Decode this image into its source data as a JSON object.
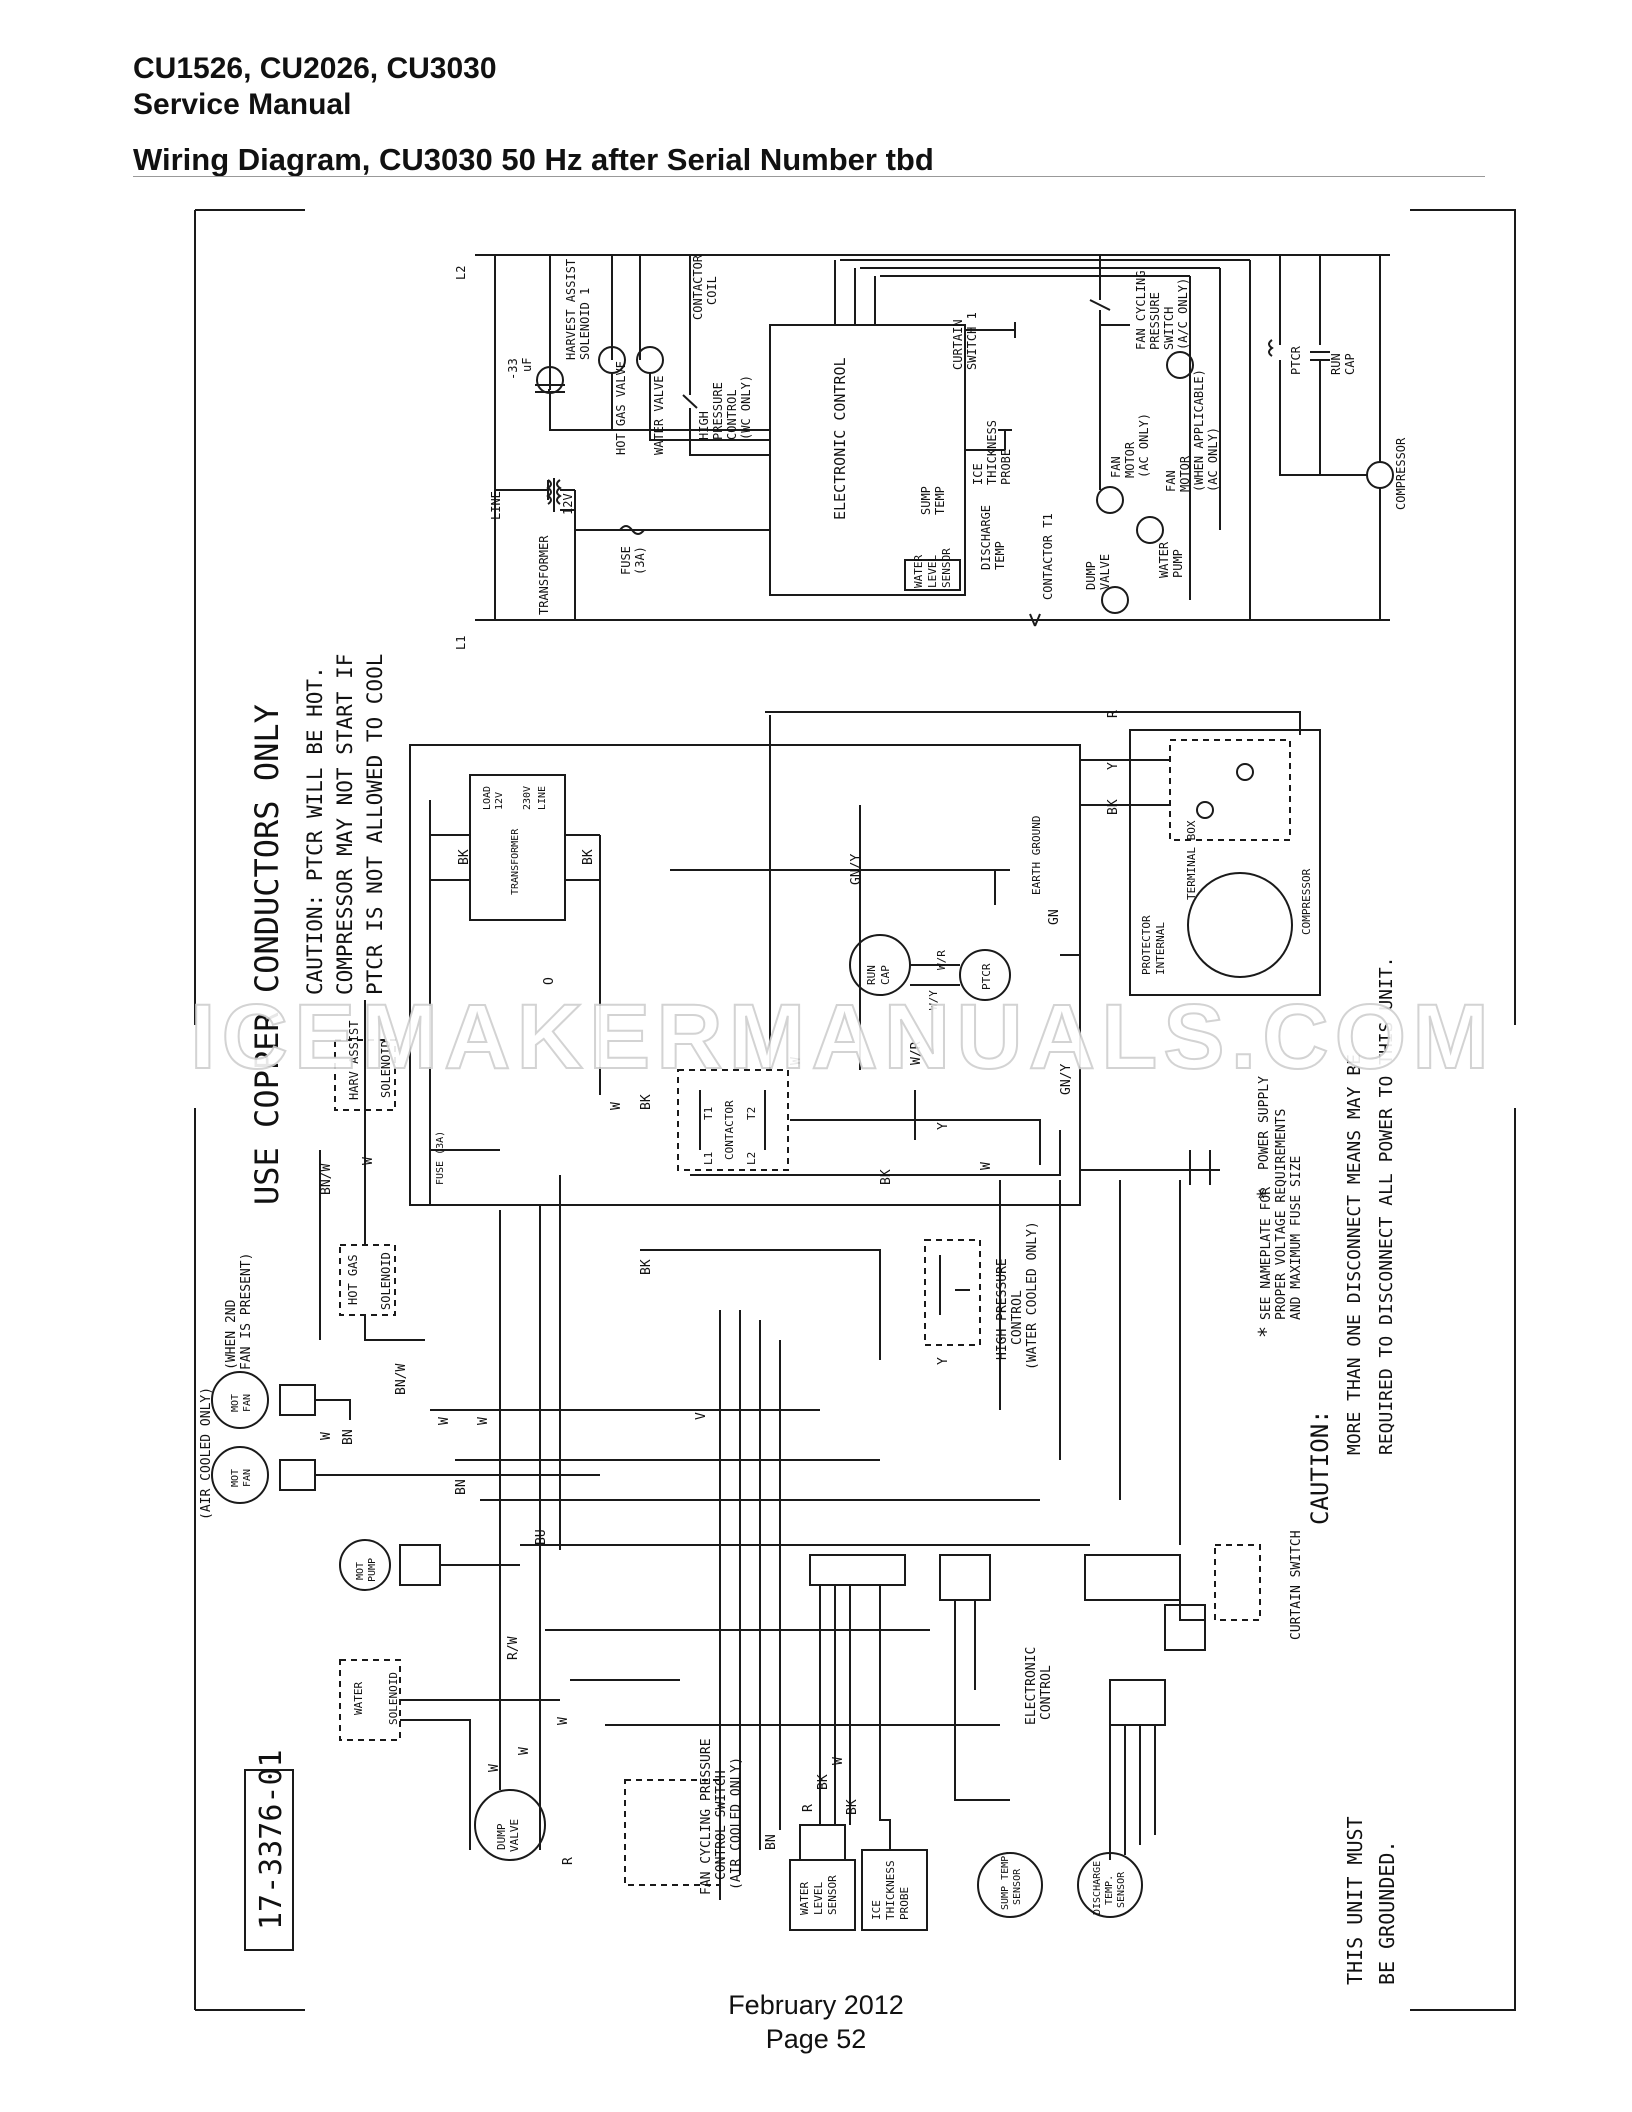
{
  "header": {
    "models": "CU1526, CU2026, CU3030",
    "manual": "Service Manual",
    "title": "Wiring Diagram, CU3030 50 Hz after Serial Number tbd"
  },
  "ladder": {
    "l2": "L2",
    "l1": "L1",
    "harvest_assist": "HARVEST ASSIST",
    "harvest_assist_2": "SOLENOID 1",
    "cap": "-33",
    "cap_unit": "uF",
    "hot_gas_valve": "HOT GAS VALVE",
    "water_valve": "WATER VALVE",
    "contactor_coil": "CONTACTOR",
    "contactor_coil_2": "COIL",
    "hp_control": "HIGH",
    "hp_control_2": "PRESSURE",
    "hp_control_3": "CONTROL",
    "hp_control_4": "(WC ONLY)",
    "line": "LINE",
    "v12": "12V",
    "transformer": "TRANSFORMER",
    "fuse": "FUSE",
    "fuse_2": "(3A)",
    "electronic_control": "ELECTRONIC CONTROL",
    "curtain_switch": "CURTAIN",
    "curtain_switch_2": "SWITCH 1",
    "ice_probe": "ICE",
    "ice_probe_2": "THICKNESS",
    "ice_probe_3": "PROBE",
    "sump_temp": "SUMP",
    "sump_temp_2": "TEMP",
    "discharge_temp": "DISCHARGE",
    "discharge_temp_2": "TEMP",
    "water_level": "WATER",
    "water_level_2": "LEVEL",
    "water_level_3": "SENSOR",
    "contactor_t1": "CONTACTOR T1",
    "dump_valve": "DUMP",
    "dump_valve_2": "VALVE",
    "water_pump": "WATER",
    "water_pump_2": "PUMP",
    "fan_motor_ac": "FAN",
    "fan_motor_ac_2": "MOTOR",
    "fan_motor_ac_3": "(AC ONLY)",
    "fan_motor_when": "FAN",
    "fan_motor_when_2": "MOTOR",
    "fan_motor_when_3": "(WHEN APPLICABLE)",
    "fan_motor_when_4": "(AC ONLY)",
    "fan_cycling": "FAN CYCLING",
    "fan_cycling_2": "PRESSURE",
    "fan_cycling_3": "SWITCH",
    "fan_cycling_4": "(A/C ONLY)",
    "ptcr": "PTCR",
    "run_cap": "RUN",
    "run_cap_2": "CAP",
    "compressor": "COMPRESSOR"
  },
  "schematic": {
    "use_copper": "USE COPPER CONDUCTORS ONLY",
    "caution_1": "CAUTION:  PTCR WILL BE HOT.",
    "caution_2": "COMPRESSOR MAY NOT START IF",
    "caution_3": "PTCR IS NOT ALLOWED TO COOL",
    "load": "LOAD",
    "load_v": "12V",
    "line_v": "230V",
    "line": "LINE",
    "bk": "BK",
    "transformer": "TRANSFORMER",
    "o": "O",
    "harv_assist": "HARV ASSIST",
    "solenoid": "SOLENOID",
    "fuse_3a": "FUSE (3A)",
    "w": "W",
    "bn_w": "BN/W",
    "hot_gas": "HOT GAS",
    "gn_y": "GN/Y",
    "earth_ground": "EARTH GROUND",
    "gn": "GN",
    "run_cap": "RUN",
    "run_cap_2": "CAP",
    "ptcr": "PTCR",
    "w_r": "W/R",
    "w_y": "W/Y",
    "contactor": "CONTACTOR",
    "t1": "T1",
    "t2": "T2",
    "l1": "L1",
    "l2": "L2",
    "y": "Y",
    "r": "R",
    "terminal_box": "TERMINAL BOX",
    "protector": "PROTECTOR",
    "internal": "INTERNAL",
    "compressor": "COMPRESSOR",
    "power_supply": "POWER SUPPLY",
    "star": "*",
    "nameplate_1": "SEE NAMEPLATE FOR",
    "nameplate_2": "PROPER VOLTAGE REQUIREMENTS",
    "nameplate_3": "AND MAXIMUM FUSE SIZE",
    "caution_big": "CAUTION:",
    "disconnect_1": "MORE THAN ONE DISCONNECT MEANS MAY BE",
    "disconnect_2": "REQUIRED TO DISCONNECT ALL POWER TO THIS UNIT.",
    "hp_title": "HIGH PRESSURE",
    "hp_title_2": "CONTROL",
    "hp_title_3": "(WATER COOLED ONLY)",
    "second_fan": "(WHEN 2ND",
    "second_fan_2": "FAN IS PRESENT)",
    "air_cooled": "(AIR COOLED ONLY)",
    "mot_fan": "MOT",
    "mot_fan_2": "FAN",
    "bn": "BN",
    "mot_pump": "MOT",
    "mot_pump_2": "PUMP",
    "bu": "BU",
    "v": "V",
    "r_w": "R/W",
    "water": "WATER",
    "dump_valve": "DUMP",
    "dump_valve_2": "VALVE",
    "fan_cycling": "FAN CYCLING PRESSURE",
    "fan_cycling_2": "CONTROL SWITCH",
    "fan_cycling_3": "(AIR COOLED ONLY)",
    "water_level": "WATER",
    "water_level_2": "LEVEL",
    "water_level_3": "SENSOR",
    "ice_probe": "ICE",
    "ice_probe_2": "THICKNESS",
    "ice_probe_3": "PROBE",
    "electronic_control": "ELECTRONIC",
    "electronic_control_2": "CONTROL",
    "curtain_switch": "CURTAIN SWITCH",
    "sump_sensor": "SUMP TEMP.",
    "sump_sensor_2": "SENSOR",
    "discharge_sensor": "DISCHARGE",
    "discharge_sensor_2": "TEMP.",
    "discharge_sensor_3": "SENSOR",
    "part_number": "17-3376-01",
    "grounded_1": "THIS UNIT MUST",
    "grounded_2": "BE GROUNDED."
  },
  "watermark": "ICEMAKERMANUALS.COM",
  "footer": {
    "date": "February 2012",
    "page": "Page 52"
  }
}
